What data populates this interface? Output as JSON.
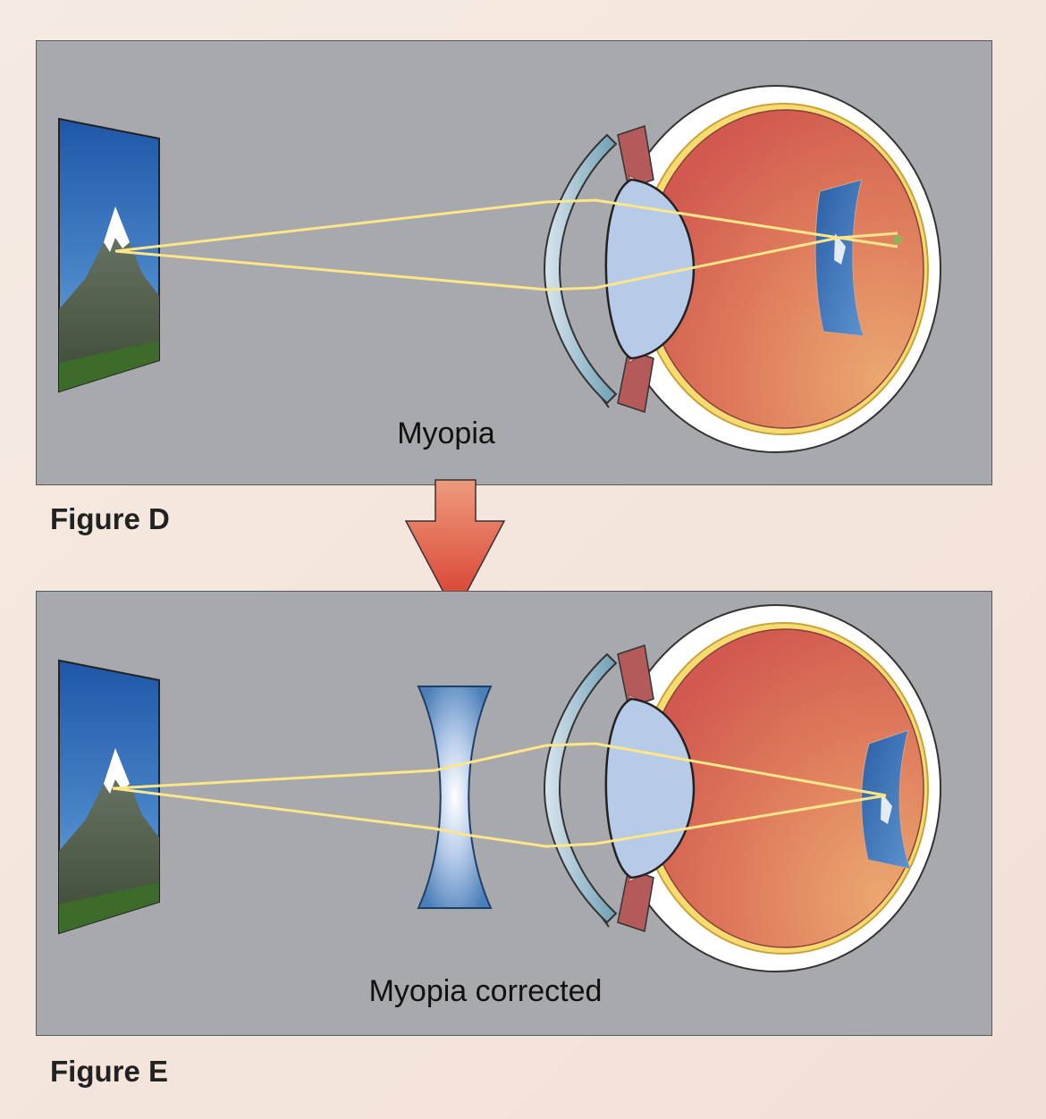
{
  "figures": [
    {
      "id": "D",
      "label": "Figure D",
      "caption": "Myopia",
      "lens": false
    },
    {
      "id": "E",
      "label": "Figure E",
      "caption": "Myopia corrected",
      "lens": true
    }
  ],
  "colors": {
    "panel_bg": "#a7a9ac",
    "ray": "#fde58a",
    "arrow_top": "#eb8a6e",
    "arrow_bottom": "#d8402f",
    "eye_interior": "#d9634f",
    "lens_blue": "#4a7fb8"
  },
  "icons": [
    "mountain-image-icon",
    "eye-icon",
    "concave-lens-icon",
    "down-arrow-icon"
  ]
}
